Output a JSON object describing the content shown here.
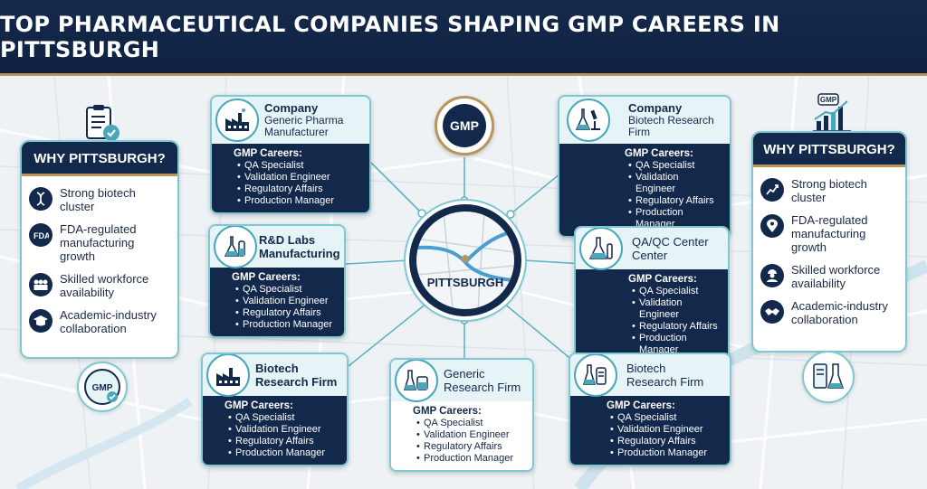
{
  "title": "TOP PHARMACEUTICAL COMPANIES SHAPING GMP CAREERS IN PITTSBURGH",
  "hub": {
    "label": "PITTSBURGH"
  },
  "seal": {
    "label": "GMP"
  },
  "left_panel": {
    "heading": "WHY PITTSBURGH?",
    "items": [
      {
        "icon": "dna-icon",
        "text": "Strong biotech cluster"
      },
      {
        "icon": "fda-icon",
        "text": "FDA-regulated manufacturing growth"
      },
      {
        "icon": "workforce-icon",
        "text": "Skilled workforce availability"
      },
      {
        "icon": "graduation-cap-icon",
        "text": "Academic-industry collaboration"
      }
    ],
    "badge": "GMP"
  },
  "right_panel": {
    "heading": "WHY PITTSBURGH?",
    "items": [
      {
        "icon": "growth-icon",
        "text": "Strong biotech cluster"
      },
      {
        "icon": "map-pin-icon",
        "text": "FDA-regulated manufacturing growth"
      },
      {
        "icon": "worker-icon",
        "text": "Skilled workforce availability"
      },
      {
        "icon": "handshake-icon",
        "text": "Academic-industry collaboration"
      }
    ],
    "top_icon_label": "GMP"
  },
  "cards": [
    {
      "id": "generic-pharma",
      "line1": "Company",
      "line2": "Generic Pharma Manufacturer",
      "icon": "factory-icon",
      "careers_heading": "GMP Careers:",
      "careers": [
        "QA Specialist",
        "Validation Engineer",
        "Regulatory Affairs",
        "Production Manager"
      ]
    },
    {
      "id": "rd-labs",
      "line1": "R&D Labs",
      "line2": "Manufacturing",
      "icon": "flask-icon",
      "careers_heading": "GMP Careers:",
      "careers": [
        "QA Specialist",
        "Validation Engineer",
        "Regulatory Affairs",
        "Production Manager"
      ]
    },
    {
      "id": "biotech-left",
      "line1": "Biotech",
      "line2": "Research Firm",
      "icon": "factory-icon",
      "careers_heading": "GMP Careers:",
      "careers": [
        "QA Specialist",
        "Validation Engineer",
        "Regulatory Affairs",
        "Production Manager"
      ]
    },
    {
      "id": "generic-research",
      "line1": "Generic",
      "line2": "Research Firm",
      "icon": "lab-equipment-icon",
      "careers_heading": "GMP Careers:",
      "careers": [
        "QA Specialist",
        "Validation Engineer",
        "Regulatory Affairs",
        "Production Manager"
      ]
    },
    {
      "id": "company-biotech",
      "line1": "Company",
      "line2": "Biotech Research Firm",
      "icon": "microscope-icon",
      "careers_heading": "GMP Careers:",
      "careers": [
        "QA Specialist",
        "Validation Engineer",
        "Regulatory Affairs",
        "Production Manager"
      ]
    },
    {
      "id": "qa-qc",
      "line1": "QA/QC Center",
      "line2": "Center",
      "icon": "flask-icon",
      "careers_heading": "GMP Careers:",
      "careers": [
        "QA Specialist",
        "Validation Engineer",
        "Regulatory Affairs",
        "Production Manager"
      ]
    },
    {
      "id": "biotech-right",
      "line1": "Biotech",
      "line2": "Research Firm",
      "icon": "lab-equipment-icon",
      "careers_heading": "GMP Careers:",
      "careers": [
        "QA Specialist",
        "Validation Engineer",
        "Regulatory Affairs",
        "Production Manager"
      ]
    }
  ],
  "colors": {
    "navy": "#13294b",
    "teal": "#7fc7d2",
    "gold": "#b9955a",
    "light": "#e6f3f7"
  }
}
